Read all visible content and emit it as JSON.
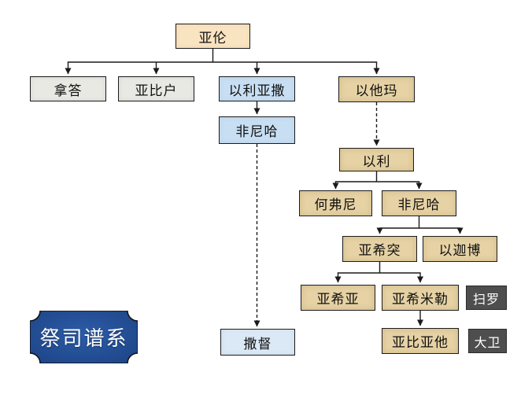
{
  "title_banner": {
    "label": "祭司谱系"
  },
  "nodes": [
    {
      "id": "aaron",
      "label": "亚伦",
      "role": "cream"
    },
    {
      "id": "nadab",
      "label": "拿答",
      "role": "gray"
    },
    {
      "id": "abihu",
      "label": "亚比户",
      "role": "gray"
    },
    {
      "id": "eleazar",
      "label": "以利亚撒",
      "role": "blue"
    },
    {
      "id": "ithamar",
      "label": "以他玛",
      "role": "tan"
    },
    {
      "id": "phinehas_line_eleazar",
      "label": "非尼哈",
      "role": "blue"
    },
    {
      "id": "zadok",
      "label": "撒督",
      "role": "lightblue"
    },
    {
      "id": "eli",
      "label": "以利",
      "role": "tan"
    },
    {
      "id": "hophni",
      "label": "何弗尼",
      "role": "tan"
    },
    {
      "id": "phinehas_line_eli",
      "label": "非尼哈",
      "role": "tan"
    },
    {
      "id": "ahitub",
      "label": "亚希突",
      "role": "tan"
    },
    {
      "id": "ichabod",
      "label": "以迦博",
      "role": "tan"
    },
    {
      "id": "ahijah",
      "label": "亚希亚",
      "role": "tan"
    },
    {
      "id": "ahimelech",
      "label": "亚希米勒",
      "role": "tan"
    },
    {
      "id": "abiathar",
      "label": "亚比亚他",
      "role": "tan"
    },
    {
      "id": "saul",
      "label": "扫罗",
      "role": "dark"
    },
    {
      "id": "david",
      "label": "大卫",
      "role": "dark"
    }
  ],
  "edges": [
    {
      "from": "aaron",
      "to": [
        "nadab",
        "abihu",
        "eleazar",
        "ithamar"
      ],
      "style": "solid"
    },
    {
      "from": "eleazar",
      "to": [
        "phinehas_line_eleazar"
      ],
      "style": "solid"
    },
    {
      "from": "phinehas_line_eleazar",
      "to": [
        "zadok"
      ],
      "style": "dashed"
    },
    {
      "from": "ithamar",
      "to": [
        "eli"
      ],
      "style": "dashed"
    },
    {
      "from": "eli",
      "to": [
        "hophni",
        "phinehas_line_eli"
      ],
      "style": "solid"
    },
    {
      "from": "phinehas_line_eli",
      "to": [
        "ahitub",
        "ichabod"
      ],
      "style": "solid"
    },
    {
      "from": "ahitub",
      "to": [
        "ahijah",
        "ahimelech"
      ],
      "style": "solid"
    },
    {
      "from": "ahimelech",
      "to": [
        "abiathar"
      ],
      "style": "solid"
    }
  ],
  "colors": {
    "cream": "#F9E4C1",
    "gray": "#E9E9E4",
    "blue": "#C8DEF2",
    "lightblue": "#DBE8F5",
    "tan": "#E6D2A4",
    "dark": "#4E4E4E",
    "banner_fill": "#24509B",
    "banner_fill_edge": "#1D4384",
    "line": "#1a1a1a"
  }
}
